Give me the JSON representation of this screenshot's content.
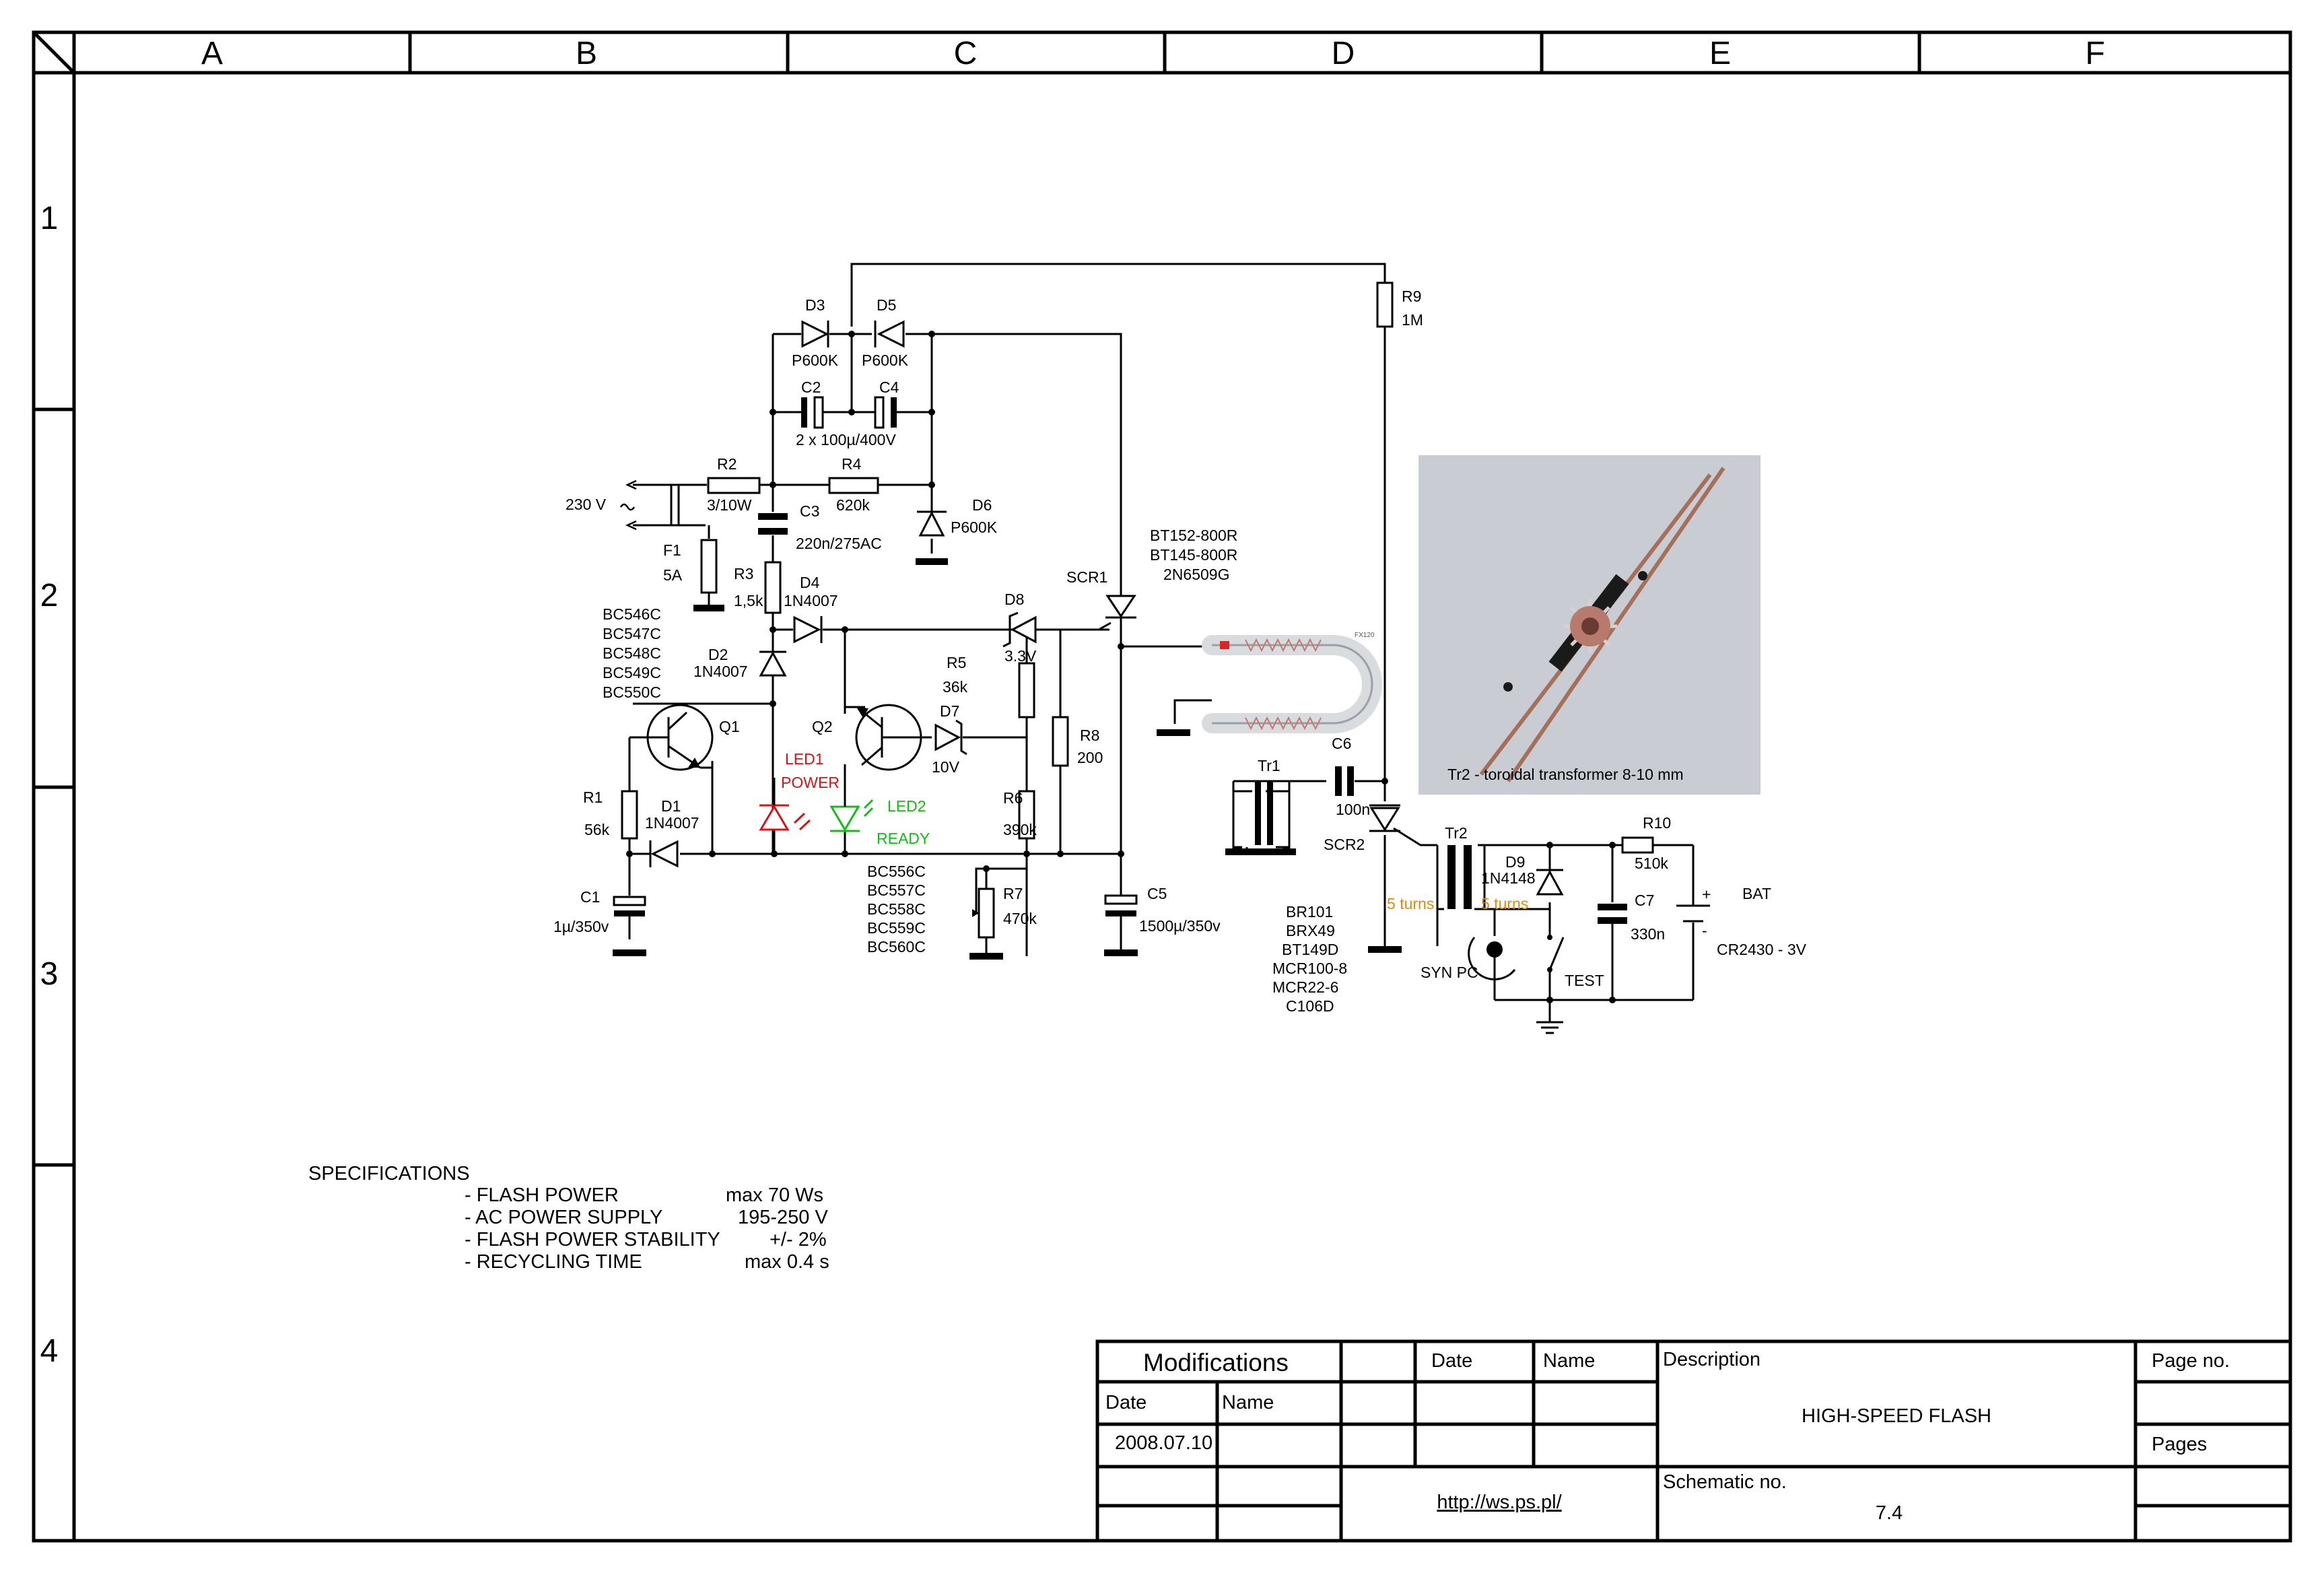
{
  "frame": {
    "columns": [
      "A",
      "B",
      "C",
      "D",
      "E",
      "F"
    ],
    "rows": [
      "1",
      "2",
      "3",
      "4"
    ]
  },
  "components": {
    "D3": {
      "ref": "D3",
      "value": "P600K"
    },
    "D5": {
      "ref": "D5",
      "value": "P600K"
    },
    "C2": {
      "ref": "C2"
    },
    "C4": {
      "ref": "C4"
    },
    "C2C4": {
      "value": "2 x 100µ/400V"
    },
    "R2": {
      "ref": "R2",
      "value": "3/10W"
    },
    "R4": {
      "ref": "R4",
      "value": "620k"
    },
    "D6": {
      "ref": "D6",
      "value": "P600K"
    },
    "C3": {
      "ref": "C3",
      "value": "220n/275AC"
    },
    "F1": {
      "ref": "F1",
      "value": "5A"
    },
    "mains": {
      "label": "230 V"
    },
    "R3": {
      "ref": "R3",
      "value": "1,5k"
    },
    "D4": {
      "ref": "D4",
      "value": "1N4007"
    },
    "D2": {
      "ref": "D2",
      "value": "1N4007"
    },
    "D8": {
      "ref": "D8",
      "value": "3.3V"
    },
    "R5": {
      "ref": "R5",
      "value": "36k"
    },
    "Q1": {
      "ref": "Q1",
      "types": [
        "BC546C",
        "BC547C",
        "BC548C",
        "BC549C",
        "BC550C"
      ]
    },
    "Q2": {
      "ref": "Q2",
      "types": [
        "BC556C",
        "BC557C",
        "BC558C",
        "BC559C",
        "BC560C"
      ]
    },
    "D7": {
      "ref": "D7",
      "value": "10V"
    },
    "LED1": {
      "ref": "LED1",
      "value": "POWER"
    },
    "LED2": {
      "ref": "LED2",
      "value": "READY"
    },
    "R1": {
      "ref": "R1",
      "value": "56k"
    },
    "D1": {
      "ref": "D1",
      "value": "1N4007"
    },
    "C1": {
      "ref": "C1",
      "value": "1µ/350v"
    },
    "R6": {
      "ref": "R6",
      "value": "390k"
    },
    "R7": {
      "ref": "R7",
      "value": "470k"
    },
    "R8": {
      "ref": "R8",
      "value": "200"
    },
    "C5": {
      "ref": "C5",
      "value": "1500µ/350v"
    },
    "SCR1": {
      "ref": "SCR1",
      "types": [
        "BT152-800R",
        "BT145-800R",
        "2N6509G"
      ]
    },
    "R9": {
      "ref": "R9",
      "value": "1M"
    },
    "C6": {
      "ref": "C6",
      "value": "100n"
    },
    "Tr1": {
      "ref": "Tr1"
    },
    "SCR2": {
      "ref": "SCR2",
      "types": [
        "BR101",
        "BRX49",
        "BT149D",
        "MCR100-8",
        "MCR22-6",
        "C106D"
      ]
    },
    "Tr2": {
      "ref": "Tr2",
      "turns": "5 turns"
    },
    "D9": {
      "ref": "D9",
      "value": "1N4148"
    },
    "R10": {
      "ref": "R10",
      "value": "510k"
    },
    "C7": {
      "ref": "C7",
      "value": "330n"
    },
    "BAT": {
      "ref": "BAT",
      "value": "CR2430 - 3V"
    },
    "SYN": {
      "label": "SYN PC"
    },
    "TEST": {
      "label": "TEST"
    },
    "tube": {
      "label": "FX120"
    }
  },
  "photo": {
    "caption": "Tr2  - toroidal transformer 8-10 mm",
    "colors": {
      "background": "#c9ccd2",
      "wire": "#a4705a",
      "core": "#1a1a1a"
    }
  },
  "specifications": {
    "title": "SPECIFICATIONS",
    "items": [
      {
        "name": "- FLASH POWER",
        "value": "max 70 Ws"
      },
      {
        "name": "- AC POWER SUPPLY",
        "value": "195-250 V"
      },
      {
        "name": "- FLASH POWER STABILITY",
        "value": "+/- 2%"
      },
      {
        "name": "- RECYCLING TIME",
        "value": "max 0.4 s"
      }
    ]
  },
  "title_block": {
    "modifications": "Modifications",
    "date_header": "Date",
    "name_header": "Name",
    "date_header2": "Date",
    "name_header2": "Name",
    "mod_date": "2008.07.10",
    "description_label": "Description",
    "description": "HIGH-SPEED FLASH",
    "page_no_label": "Page no.",
    "pages_label": "Pages",
    "schematic_no_label": "Schematic no.",
    "schematic_no": "7.4",
    "url": "http://ws.ps.pl/"
  },
  "colors": {
    "led1": "#d51515",
    "led2": "#10c010",
    "turns": "#e08a10"
  }
}
